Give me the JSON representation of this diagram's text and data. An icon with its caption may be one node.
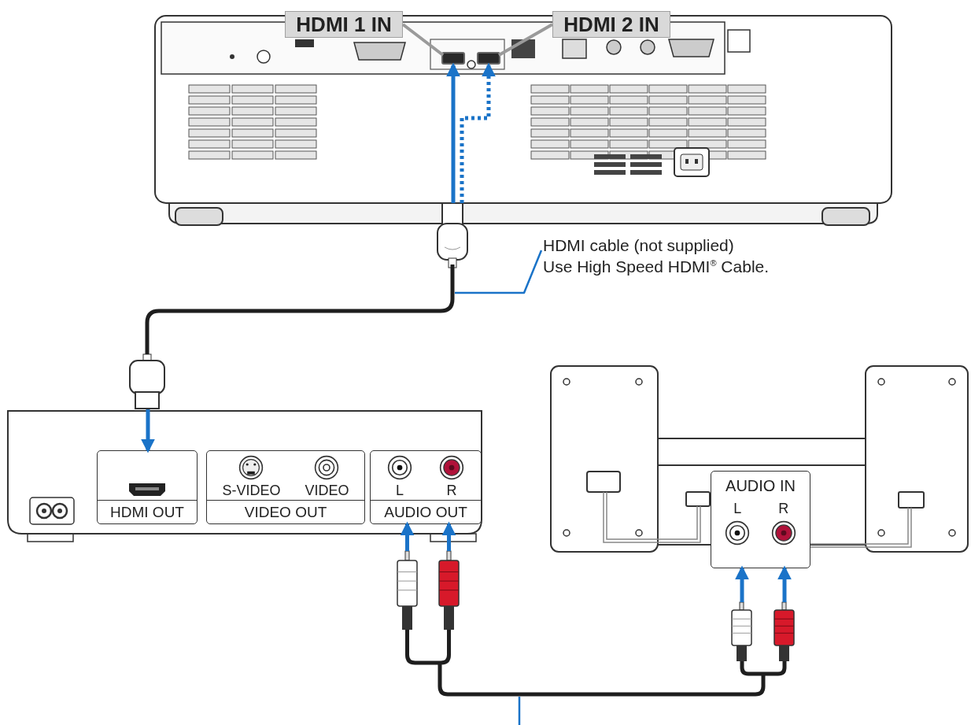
{
  "diagram": {
    "nodes": [
      {
        "text": [
          "HDMI 1 IN"
        ]
      },
      {
        "text": [
          "HDMI 2 IN"
        ]
      },
      {
        "text": [],
        "shape": "picture"
      },
      {
        "text": [],
        "shape": "box",
        "in": 2
      },
      {
        "text": [],
        "shape": "box",
        "in": 2
      },
      {
        "text": [
          "HDMI cable (not supplied)",
          "Use High Speed HDMI$^{®}$ Cable."
        ]
      },
      {
        "text": [],
        "shape": "plug"
      },
      {
        "text": [],
        "shape": "plug"
      },
      {
        "text": [],
        "shape": "picture"
      },
      {
        "text": [
          "HDMI OUT"
        ],
        "in": 8
      },
      {
        "text": [
          "S-VIDEO",
          "VIDEO",
          "VIDEO OUT"
        ],
        "in": 8
      },
      {
        "text": [
          "L",
          "R",
          "AUDIO OUT"
        ],
        "in": 8
      },
      {
        "text": [],
        "shape": "picture"
      },
      {
        "text": [
          "AUDIO IN",
          "L",
          "R"
        ],
        "in": 12
      },
      {
        "text": [],
        "shape": "plug"
      },
      {
        "text": [],
        "shape": "plug"
      }
    ],
    "edges": [
      {
        "from": 0,
        "to": 3,
        "arrow": "none",
        "color": "#9a9a9a"
      },
      {
        "from": 1,
        "to": 4,
        "arrow": "none",
        "color": "#9a9a9a"
      },
      {
        "from": 6,
        "to": 3,
        "arrow": "to"
      },
      {
        "from": 6,
        "to": 4,
        "arrow": "to",
        "style": "dashed"
      },
      {
        "from": 6,
        "to": 7,
        "arrow": "none",
        "color": "#1e1e1e"
      },
      {
        "from": 7,
        "to": 9,
        "arrow": "to"
      },
      {
        "from": 5,
        "to": null,
        "arrow": "none"
      },
      {
        "from": 14,
        "to": 11,
        "arrow": "to"
      },
      {
        "from": 14,
        "to": 11,
        "arrow": "to"
      },
      {
        "from": 15,
        "to": 13,
        "arrow": "to"
      },
      {
        "from": 15,
        "to": 13,
        "arrow": "to"
      },
      {
        "from": 14,
        "to": 15,
        "arrow": "none",
        "color": "#1e1e1e"
      }
    ]
  }
}
